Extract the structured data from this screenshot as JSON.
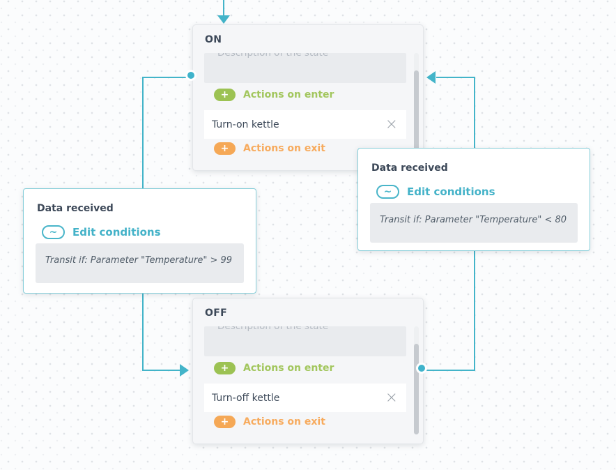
{
  "colors": {
    "accent_teal": "#43b4c9",
    "green": "#9cc253",
    "orange": "#f5a856",
    "title_text": "#3c4858"
  },
  "icons": {
    "plus": "+",
    "tilde": "~",
    "close": "×"
  },
  "states": [
    {
      "title": "ON",
      "description_placeholder": "Description of the state",
      "actions_on_enter_label": "Actions on enter",
      "actions_on_exit_label": "Actions on exit",
      "enter_actions": [
        "Turn-on kettle"
      ]
    },
    {
      "title": "OFF",
      "description_placeholder": "Description of the state",
      "actions_on_enter_label": "Actions on enter",
      "actions_on_exit_label": "Actions on exit",
      "enter_actions": [
        "Turn-off kettle"
      ]
    }
  ],
  "transitions": [
    {
      "title": "Data received",
      "edit_label": "Edit conditions",
      "condition": "Transit if: Parameter \"Temperature\" < 80"
    },
    {
      "title": "Data received",
      "edit_label": "Edit conditions",
      "condition": "Transit if: Parameter \"Temperature\" > 99"
    }
  ]
}
